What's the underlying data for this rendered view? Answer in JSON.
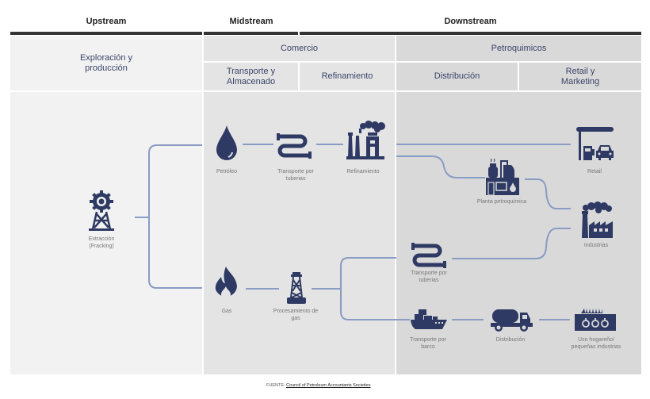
{
  "stages": {
    "upstream": "Upstream",
    "midstream": "Midstream",
    "downstream": "Downstream"
  },
  "headers": {
    "exploracion": "Exploración y producción",
    "comercio": "Comercio",
    "petroquimicos": "Petroquimicos",
    "transporte_almacenado": "Transporte y Almacenado",
    "refinamiento": "Refinamiento",
    "distribucion": "Distribución",
    "retail_marketing": "Retail y Marketing"
  },
  "nodes": {
    "extraccion": "Extracción (Fracking)",
    "petroleo": "Petróleo",
    "transporte_tuberias_1": "Transporte por tuberias",
    "refinamiento": "Refinamiento",
    "retail": "Retail",
    "planta": "Planta petroquímica",
    "industrias": "Industrias",
    "gas": "Gas",
    "procesamiento": "Procesamiento de gas",
    "transporte_tuberias_2": "Transporte por tuberias",
    "transporte_barco": "Transporte por barco",
    "distribucion": "Distribución",
    "uso_hogareno": "Uso hogareño/ pequeñas industrias"
  },
  "colors": {
    "icon": "#2e3a63",
    "line": "#8a9cc4"
  },
  "source": {
    "label": "FUENTE:",
    "link": "Council of Petroleum Accountants Societies"
  }
}
